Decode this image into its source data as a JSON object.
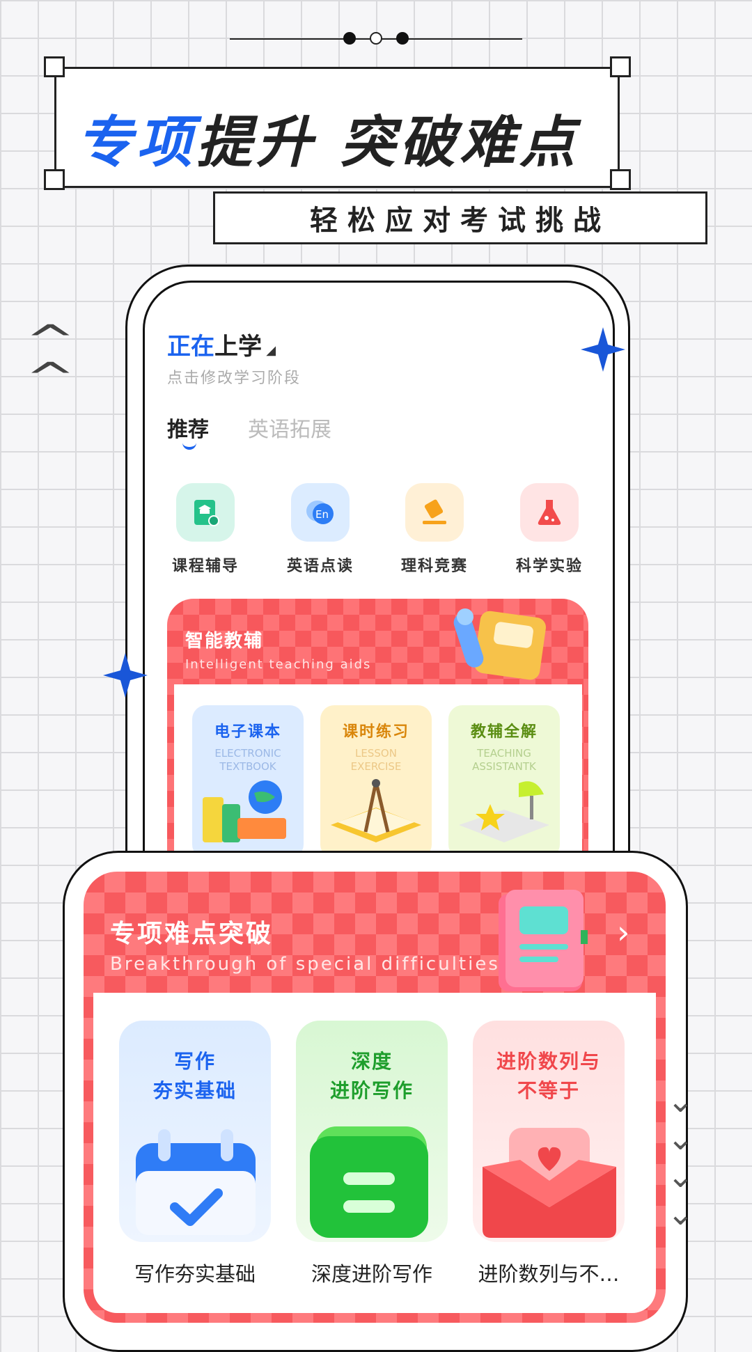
{
  "promo": {
    "headline_blue": "专项",
    "headline_rest": "提升 突破难点",
    "subtitle": "轻松应对考试挑战"
  },
  "app": {
    "stage": {
      "title_blue": "正在",
      "title_rest": "上学",
      "hint": "点击修改学习阶段"
    },
    "tabs": [
      {
        "label": "推荐",
        "active": true
      },
      {
        "label": "英语拓展",
        "active": false
      }
    ],
    "categories": [
      {
        "label": "课程辅导",
        "icon": "graduation-book-icon",
        "color": "#d6f5ea"
      },
      {
        "label": "英语点读",
        "icon": "english-speech-icon",
        "color": "#dcecff"
      },
      {
        "label": "理科竞赛",
        "icon": "eraser-icon",
        "color": "#fff0d6"
      },
      {
        "label": "科学实验",
        "icon": "flask-icon",
        "color": "#ffe4e4"
      }
    ],
    "smart_aids": {
      "title": "智能教辅",
      "subtitle": "Intelligent teaching aids",
      "items": [
        {
          "title": "电子课本",
          "en1": "ELECTRONIC",
          "en2": "TEXTBOOK"
        },
        {
          "title": "课时练习",
          "en1": "LESSON",
          "en2": "EXERCISE"
        },
        {
          "title": "教辅全解",
          "en1": "TEACHING",
          "en2": "ASSISTANTK"
        }
      ]
    }
  },
  "feature": {
    "title": "专项难点突破",
    "subtitle": "Breakthrough of special difficulties",
    "cards": [
      {
        "line1": "写作",
        "line2": "夯实基础",
        "label": "写作夯实基础",
        "color": "#1b63ef"
      },
      {
        "line1": "深度",
        "line2": "进阶写作",
        "label": "深度进阶写作",
        "color": "#1e9e2c"
      },
      {
        "line1": "进阶数列与",
        "line2": "不等于",
        "label": "进阶数列与不…",
        "color": "#f0474b"
      }
    ]
  }
}
